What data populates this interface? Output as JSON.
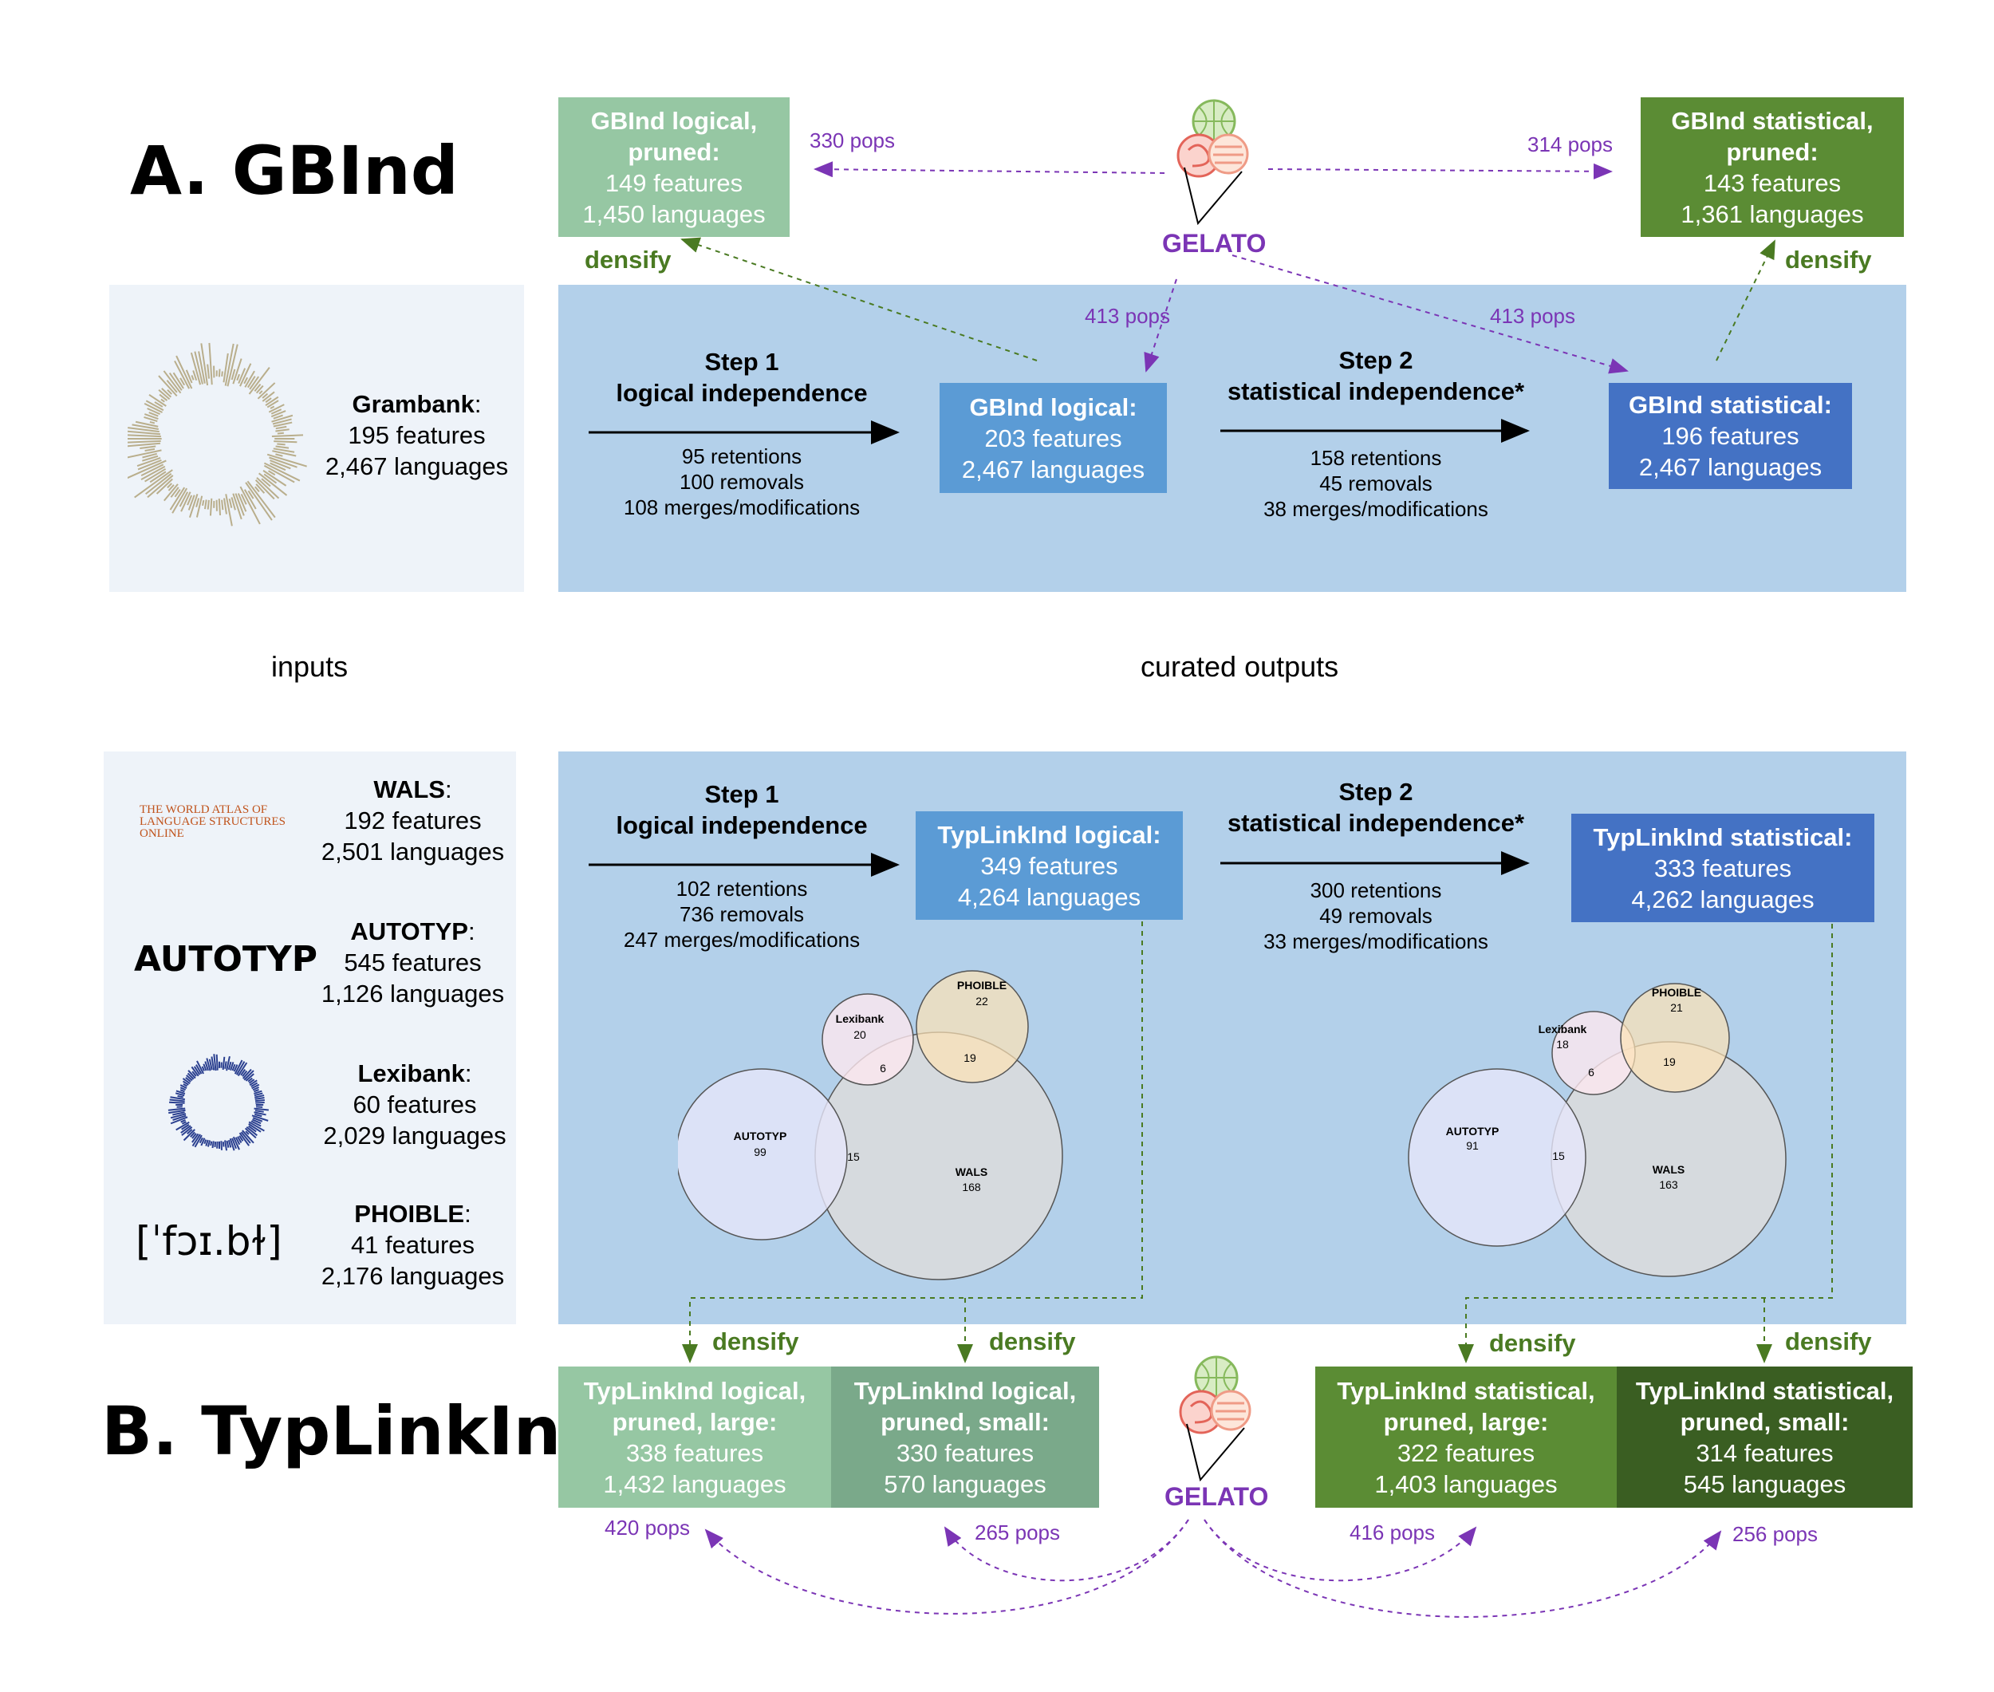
{
  "section_a": {
    "title": "A. GBInd"
  },
  "section_b": {
    "title": "B. TypLinkInd"
  },
  "labels": {
    "inputs": "inputs",
    "curated_outputs": "curated outputs",
    "gelato": "GELATO",
    "densify": "densify"
  },
  "grambank": {
    "name": "Grambank",
    "features": "195 features",
    "languages": "2,467 languages"
  },
  "gbind": {
    "step1": {
      "title": "Step 1",
      "subtitle": "logical independence",
      "retentions": "95 retentions",
      "removals": "100 removals",
      "merges": "108 merges/modifications"
    },
    "step2": {
      "title": "Step 2",
      "subtitle": "statistical independence*",
      "retentions": "158 retentions",
      "removals": "45 removals",
      "merges": "38 merges/modifications"
    },
    "logical": {
      "title": "GBInd logical:",
      "features": "203 features",
      "languages": "2,467 languages"
    },
    "statistical": {
      "title": "GBInd statistical:",
      "features": "196 features",
      "languages": "2,467 languages"
    },
    "logical_pruned": {
      "title1": "GBInd logical,",
      "title2": "pruned:",
      "features": "149 features",
      "languages": "1,450 languages"
    },
    "statistical_pruned": {
      "title1": "GBInd statistical,",
      "title2": "pruned:",
      "features": "143 features",
      "languages": "1,361 languages"
    },
    "pops": {
      "logical_pruned": "330 pops",
      "statistical_pruned": "314 pops",
      "logical": "413 pops",
      "statistical": "413 pops"
    }
  },
  "inputs_b": [
    {
      "name": "WALS",
      "features": "192 features",
      "languages": "2,501 languages",
      "logo": "THE WORLD ATLAS OF LANGUAGE STRUCTURES ONLINE"
    },
    {
      "name": "AUTOTYP",
      "features": "545 features",
      "languages": "1,126 languages",
      "logo": "AUTOTYP"
    },
    {
      "name": "Lexibank",
      "features": "60 features",
      "languages": "2,029 languages",
      "logo": ""
    },
    {
      "name": "PHOIBLE",
      "features": "41 features",
      "languages": "2,176 languages",
      "logo": "[ˈfɔɪ.bɫ]"
    }
  ],
  "typlink": {
    "step1": {
      "title": "Step 1",
      "subtitle": "logical independence",
      "retentions": "102 retentions",
      "removals": "736 removals",
      "merges": "247 merges/modifications"
    },
    "step2": {
      "title": "Step 2",
      "subtitle": "statistical independence*",
      "retentions": "300 retentions",
      "removals": "49 removals",
      "merges": "33 merges/modifications"
    },
    "logical": {
      "title": "TypLinkInd logical:",
      "features": "349 features",
      "languages": "4,264 languages"
    },
    "statistical": {
      "title": "TypLinkInd statistical:",
      "features": "333 features",
      "languages": "4,262 languages"
    },
    "logical_large": {
      "title1": "TypLinkInd logical,",
      "title2": "pruned, large:",
      "features": "338 features",
      "languages": "1,432 languages"
    },
    "logical_small": {
      "title1": "TypLinkInd logical,",
      "title2": "pruned, small:",
      "features": "330 features",
      "languages": "570 languages"
    },
    "statistical_large": {
      "title1": "TypLinkInd statistical,",
      "title2": "pruned, large:",
      "features": "322 features",
      "languages": "1,403 languages"
    },
    "statistical_small": {
      "title1": "TypLinkInd statistical,",
      "title2": "pruned, small:",
      "features": "314 features",
      "languages": "545 languages"
    },
    "pops": {
      "logical_large": "420 pops",
      "logical_small": "265 pops",
      "statistical_large": "416 pops",
      "statistical_small": "256 pops"
    }
  },
  "venn_logical": {
    "sets": [
      {
        "name": "PHOIBLE",
        "value": "22"
      },
      {
        "name": "Lexibank",
        "value": "20"
      },
      {
        "name": "AUTOTYP",
        "value": "99"
      },
      {
        "name": "WALS",
        "value": "168"
      }
    ],
    "overlaps": {
      "lexibank_wals": "6",
      "phoible_wals": "19",
      "autotyp_wals": "15"
    }
  },
  "venn_statistical": {
    "sets": [
      {
        "name": "PHOIBLE",
        "value": "21"
      },
      {
        "name": "Lexibank",
        "value": "18"
      },
      {
        "name": "AUTOTYP",
        "value": "91"
      },
      {
        "name": "WALS",
        "value": "163"
      }
    ],
    "overlaps": {
      "lexibank_wals": "6",
      "phoible_wals": "19",
      "autotyp_wals": "15"
    }
  },
  "colors": {
    "light_green": "#96c7a3",
    "mid_green": "#7aa98a",
    "green": "#5b8c34",
    "dark_green": "#3a5e22",
    "box_blue": "#5b9bd5",
    "box_blue_dark": "#4472c4",
    "panel_blue": "#b3d0ea",
    "purple": "#7b35b5"
  }
}
